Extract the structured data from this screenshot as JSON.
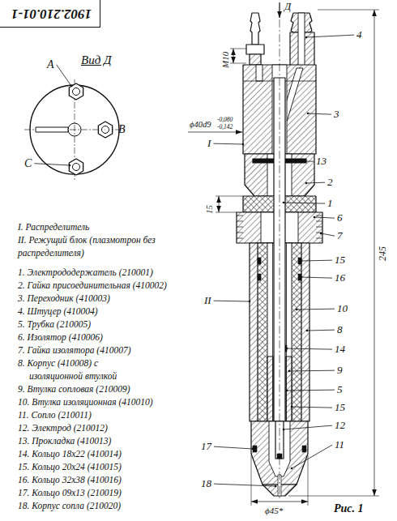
{
  "diagram": {
    "nodes": [
      {
        "text": [
          "1902.210.01-1"
        ]
      }
    ],
    "labels": [
      "Вид Д",
      "A",
      "B",
      "C",
      "I. Распределитель",
      "II. Режущий блок (плазмотрон без распределителя)",
      "1. Электрододержатель (210001)",
      "2. Гайка присоединительная (410002)",
      "3. Переходник (410003)",
      "4. Штуцер (410004)",
      "5. Трубка (210005)",
      "6. Изолятор (410006)",
      "7. Гайка изолятора (410007)",
      "8. Корпус (410008) с изоляционной втулкой",
      "9. Втулка сопловая (210009)",
      "10. Втулка изоляционная (410010)",
      "11. Сопло (210011)",
      "12. Электрод (210012)",
      "13. Прокладка (410013)",
      "14. Кольцо 18х22 (410014)",
      "15. Кольцо 20х24 (410015)",
      "16. Кольцо 32х38 (410016)",
      "17. Кольцо 09х13 (210019)",
      "18. Корпус сопла (210020)",
      "Д",
      "M10",
      "ϕ40d9",
      "-0,080",
      "-0,142",
      "I",
      "15",
      "II",
      "17",
      "18",
      "4",
      "3",
      "13",
      "2",
      "1",
      "6",
      "7",
      "15",
      "16",
      "10",
      "8",
      "14",
      "9",
      "5",
      "15",
      "12",
      "11",
      "ϕ45*",
      "245",
      "Рис. 1"
    ]
  }
}
